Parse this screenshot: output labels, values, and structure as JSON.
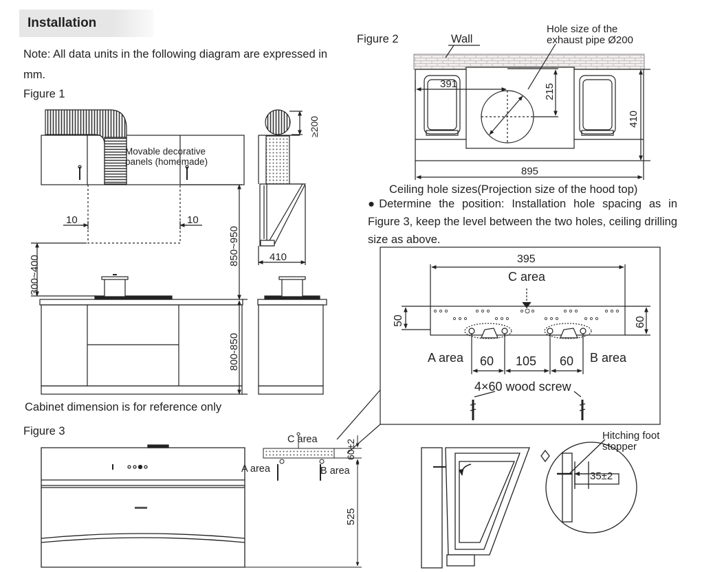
{
  "header": {
    "title": "Installation"
  },
  "note": "Note: All data units in the following diagram are expressed in mm.",
  "figure1": {
    "label": "Figure 1",
    "panel_label_1": "Movable decorative",
    "panel_label_2": "panels (homemade)",
    "dim_10_left": "10",
    "dim_10_right": "10",
    "dim_850_950": "850~950",
    "dim_300_400": "300~400",
    "dim_800_850": "800-850",
    "dim_200": "≥200",
    "dim_410": "410",
    "caption": "Cabinet dimension is for reference only"
  },
  "figure2": {
    "label": "Figure 2",
    "wall": "Wall",
    "hole_label_1": "Hole size of the",
    "hole_label_2": "exhaust pipe Ø200",
    "dim_391": "391",
    "dim_215": "215",
    "dim_410": "410",
    "dim_895": "895",
    "caption": "Ceiling hole sizes(Projection size of the hood top)"
  },
  "paragraph": "●Determine the position: Installation hole spacing as in Figure 3, keep the level between the two holes, ceiling drilling size as above.",
  "detail": {
    "dim_395": "395",
    "c_area": "C  area",
    "dim_50": "50",
    "dim_60_right": "60",
    "a_area": "A area",
    "b_area": "B area",
    "dim_60_a": "60",
    "dim_105": "105",
    "dim_60_b": "60",
    "screw": "4×60 wood screw"
  },
  "figure3": {
    "label": "Figure 3",
    "c_area": "C area",
    "a_area": "A area",
    "b_area": "B area",
    "dim_60_2": "60±2",
    "dim_525": "525",
    "hitch_1": "Hitching foot",
    "hitch_2": "stopper",
    "dim_35_2": "35±2"
  }
}
